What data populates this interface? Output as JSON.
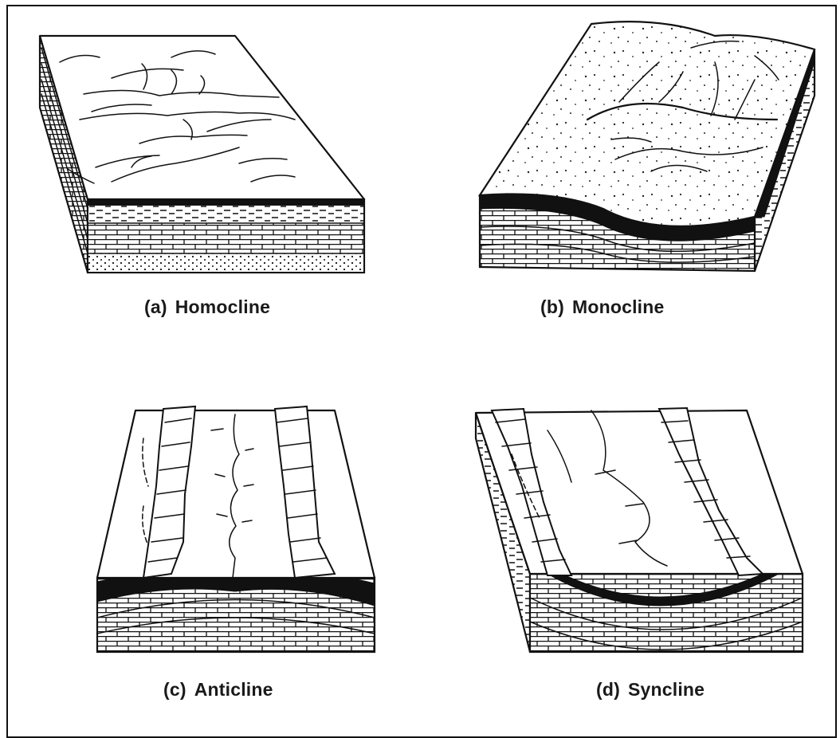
{
  "figure": {
    "panels": [
      {
        "letter": "(a)",
        "name": "Homocline"
      },
      {
        "letter": "(b)",
        "name": "Monocline"
      },
      {
        "letter": "(c)",
        "name": "Anticline"
      },
      {
        "letter": "(d)",
        "name": "Syncline"
      }
    ]
  },
  "style": {
    "ink_color": "#111111",
    "background_color": "#ffffff"
  }
}
